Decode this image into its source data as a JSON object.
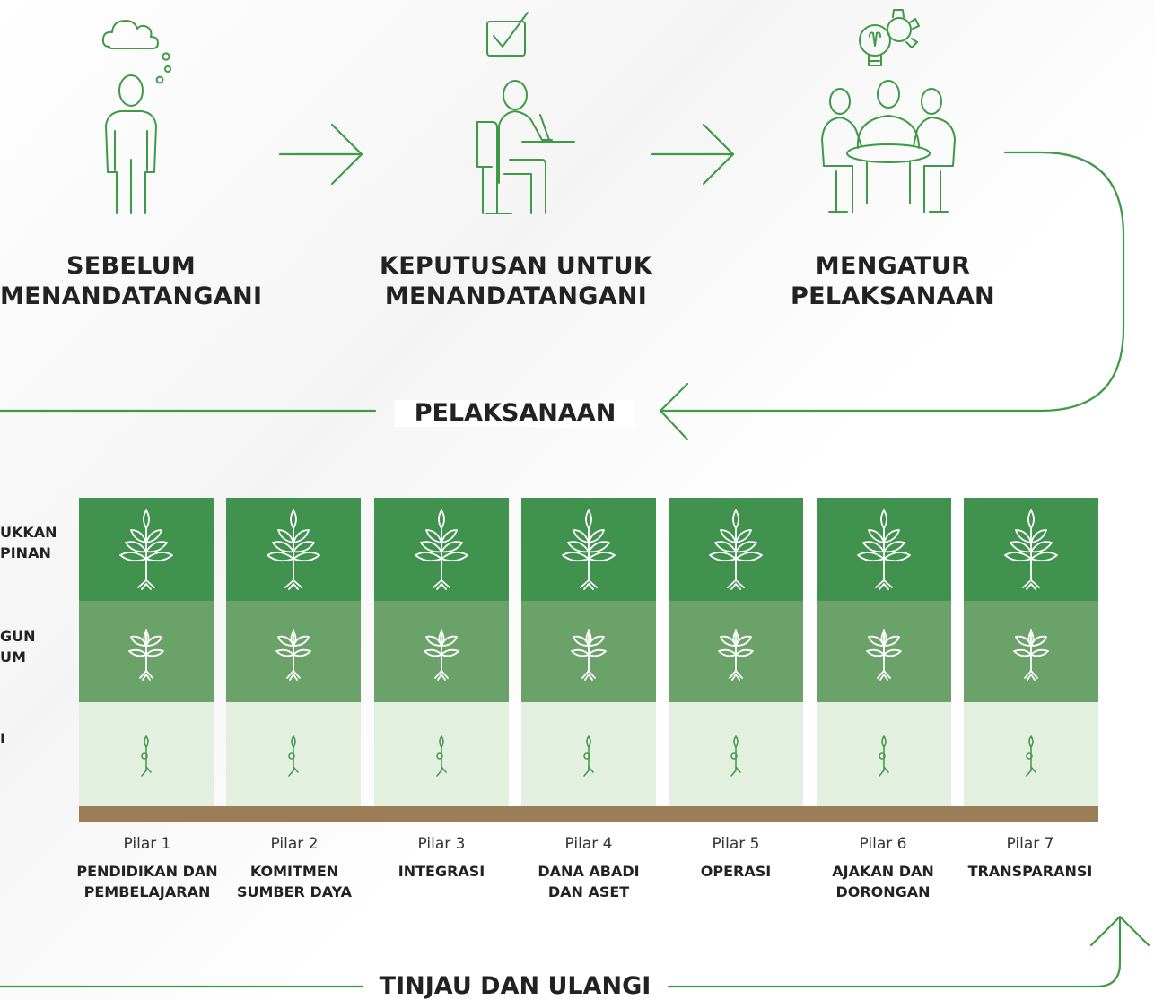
{
  "steps": [
    {
      "title": "SEBELUM\nMENANDATANGANI"
    },
    {
      "title": "KEPUTUSAN  UNTUK\nMENANDATANGANI"
    },
    {
      "title": "MENGATUR\nPELAKSANAAN"
    }
  ],
  "icons": {
    "step1": "thinking-person-icon",
    "step2": "seated-person-signing-icon",
    "step3": "meeting-table-idea-icon",
    "pillar_top": "grown-tree-icon",
    "pillar_mid": "young-plant-icon",
    "pillar_low": "sprout-icon"
  },
  "flow": {
    "implementation_label": "PELAKSANAAN",
    "review_label": "TINJAU DAN ULANGI"
  },
  "rows": [
    {
      "label": "UKKAN\nPINAN"
    },
    {
      "label": "GUN\nUM"
    },
    {
      "label": "I"
    }
  ],
  "pillars": [
    {
      "number": "Pilar 1",
      "name": "PENDIDIKAN DAN\nPEMBELAJARAN"
    },
    {
      "number": "Pilar 2",
      "name": "KOMITMEN\nSUMBER DAYA"
    },
    {
      "number": "Pilar 3",
      "name": "INTEGRASI"
    },
    {
      "number": "Pilar 4",
      "name": "DANA ABADI\nDAN ASET"
    },
    {
      "number": "Pilar 5",
      "name": "OPERASI"
    },
    {
      "number": "Pilar 6",
      "name": "AJAKAN DAN\nDORONGAN"
    },
    {
      "number": "Pilar 7",
      "name": "TRANSPARANSI"
    }
  ],
  "colors": {
    "line_green": "#3f9a48",
    "top_cell": "#41924f",
    "mid_cell": "#6ba269",
    "low_cell": "#e3efdf",
    "soil": "#9b7d58"
  }
}
